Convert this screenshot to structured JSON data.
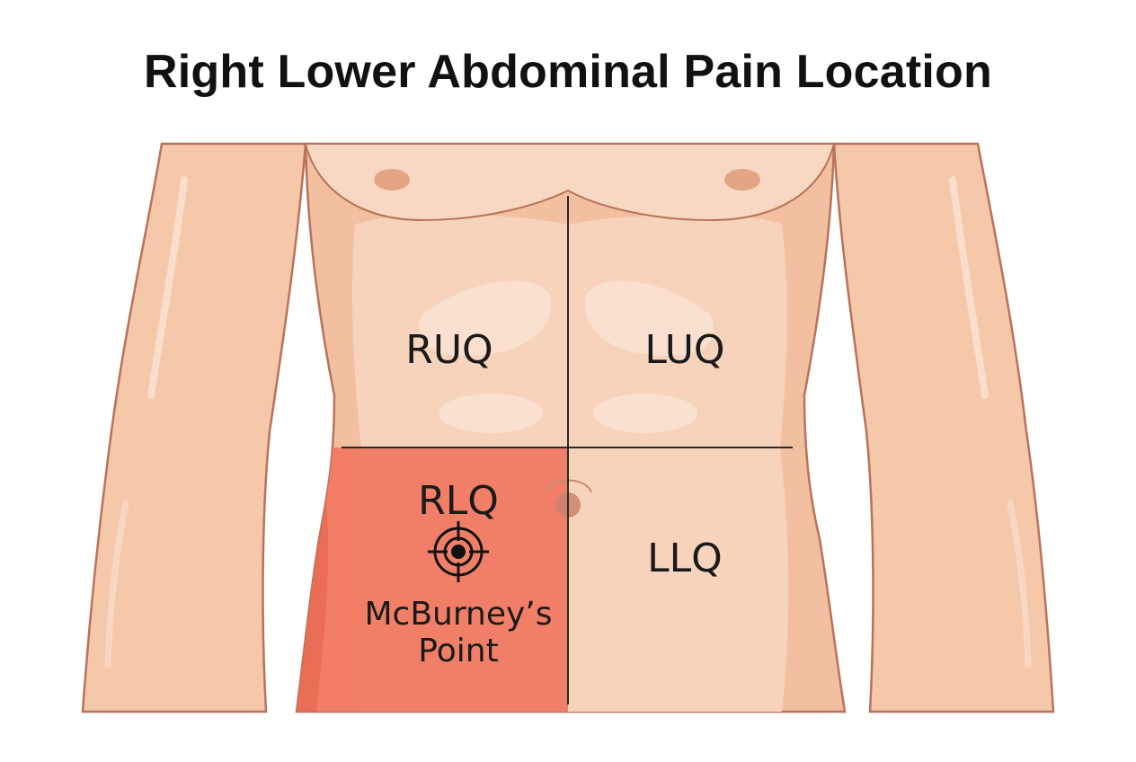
{
  "title": "Right Lower Abdominal Pain Location",
  "quadrants": {
    "ruq": "RUQ",
    "luq": "LUQ",
    "rlq": "RLQ",
    "llq": "LLQ"
  },
  "landmark": {
    "name_line1": "McBurney’s",
    "name_line2": "Point",
    "icon": "crosshair-target-icon"
  },
  "colors": {
    "skin": "#f5c8aa",
    "skin_light": "#f9dcc6",
    "skin_shadow": "#e9a888",
    "outline": "#b8735a",
    "highlight": "#f07a62",
    "divider": "#2a2a2a"
  }
}
